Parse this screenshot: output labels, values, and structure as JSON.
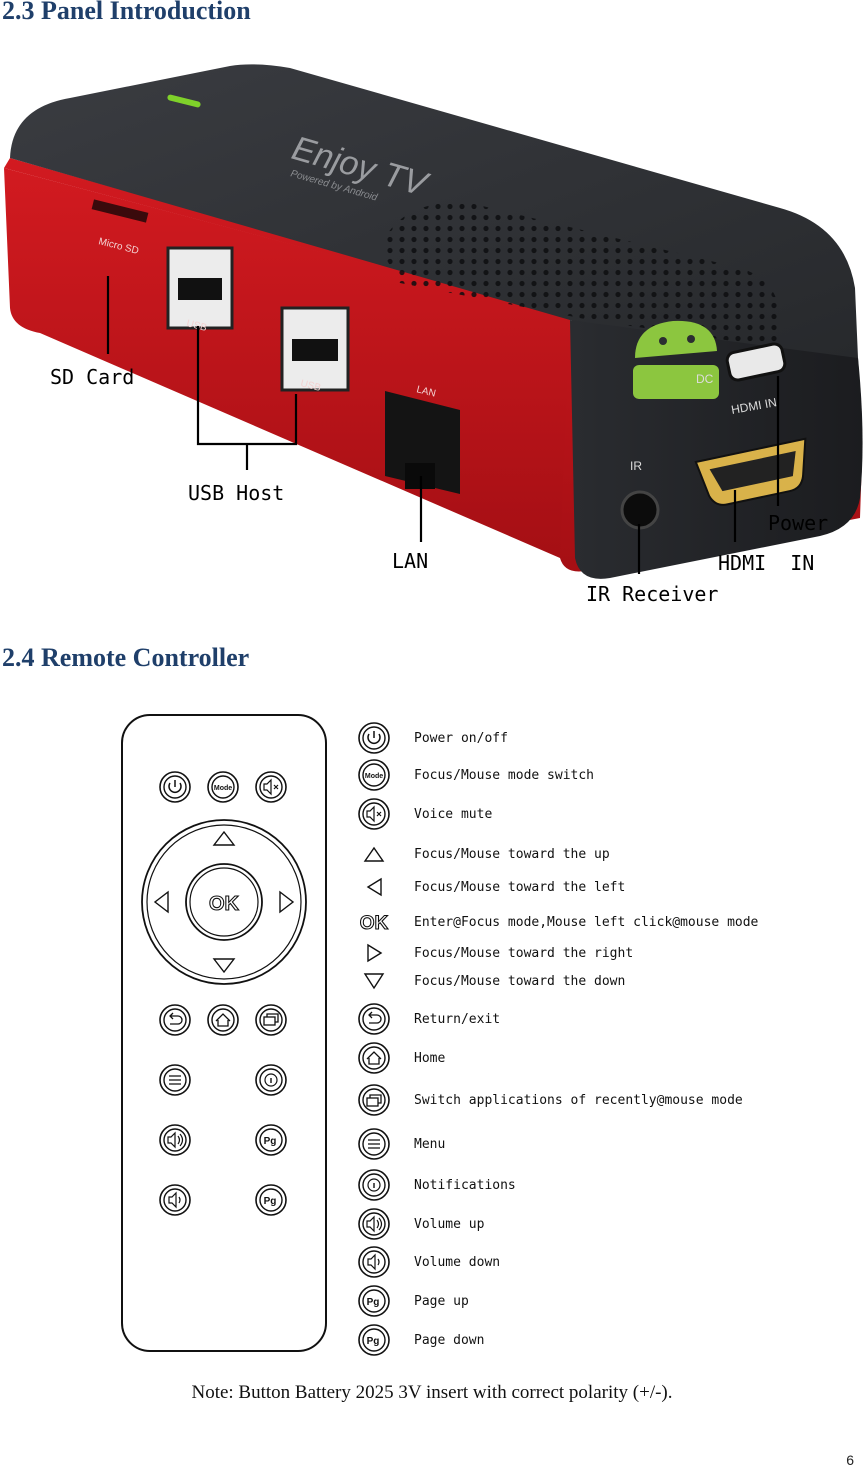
{
  "sections": {
    "panel_heading": "2.3 Panel Introduction",
    "remote_heading": "2.4 Remote Controller"
  },
  "device": {
    "brand": "Enjoy TV",
    "brand_sub": "Powered by Android",
    "port_labels": {
      "micro_sd": "Micro SD",
      "usb1": "USB",
      "usb2": "USB",
      "lan": "LAN",
      "dc": "DC",
      "hdmi": "HDMI IN",
      "ir": "IR"
    },
    "colors": {
      "body_top": "#2b2d31",
      "body_side": "#c8141a",
      "led": "#7fd12a",
      "android": "#8cc63f"
    }
  },
  "callouts": {
    "sd_card": "SD Card",
    "usb_host": "USB Host",
    "lan": "LAN",
    "ir_receiver": "IR Receiver",
    "hdmi_in": "HDMI  IN",
    "power": "Power"
  },
  "remote": {
    "ok_label": "OK",
    "mode_label": "Mode"
  },
  "legend": [
    {
      "icon": "power-icon",
      "text": "Power on/off"
    },
    {
      "icon": "mode-icon",
      "text": "Focus/Mouse mode switch"
    },
    {
      "icon": "mute-icon",
      "text": "Voice mute"
    },
    {
      "icon": "arrow-up-icon",
      "text": "Focus/Mouse toward the up"
    },
    {
      "icon": "arrow-left-icon",
      "text": "Focus/Mouse toward the left"
    },
    {
      "icon": "ok-icon",
      "text": "Enter@Focus mode,Mouse left click@mouse mode"
    },
    {
      "icon": "arrow-right-icon",
      "text": "Focus/Mouse toward the right"
    },
    {
      "icon": "arrow-down-icon",
      "text": "Focus/Mouse toward the down"
    },
    {
      "icon": "return-icon",
      "text": "Return/exit"
    },
    {
      "icon": "home-icon",
      "text": "Home"
    },
    {
      "icon": "recent-apps-icon",
      "text": "Switch applications of recently@mouse mode"
    },
    {
      "icon": "menu-icon",
      "text": "Menu"
    },
    {
      "icon": "notifications-icon",
      "text": "Notifications"
    },
    {
      "icon": "volume-up-icon",
      "text": "Volume up"
    },
    {
      "icon": "volume-down-icon",
      "text": "Volume down"
    },
    {
      "icon": "page-up-icon",
      "text": "Page up"
    },
    {
      "icon": "page-down-icon",
      "text": "Page down"
    }
  ],
  "icon_text": {
    "mode": "Mode",
    "ok": "OK",
    "pg": "Pg"
  },
  "note": "Note: Button Battery 2025 3V insert with correct polarity (+/-).",
  "page_number": "6"
}
